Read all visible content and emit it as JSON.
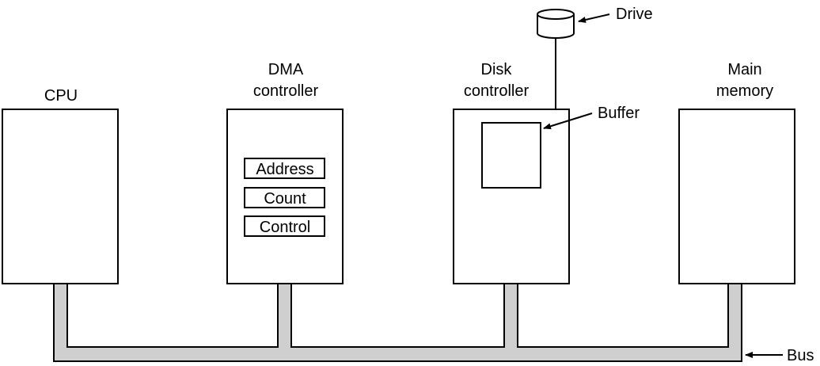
{
  "components": {
    "cpu": {
      "label": "CPU"
    },
    "dma": {
      "label_line1": "DMA",
      "label_line2": "controller",
      "registers": [
        "Address",
        "Count",
        "Control"
      ]
    },
    "disk": {
      "label_line1": "Disk",
      "label_line2": "controller"
    },
    "memory": {
      "label_line1": "Main",
      "label_line2": "memory"
    }
  },
  "callouts": {
    "drive": "Drive",
    "buffer": "Buffer",
    "bus": "Bus"
  }
}
